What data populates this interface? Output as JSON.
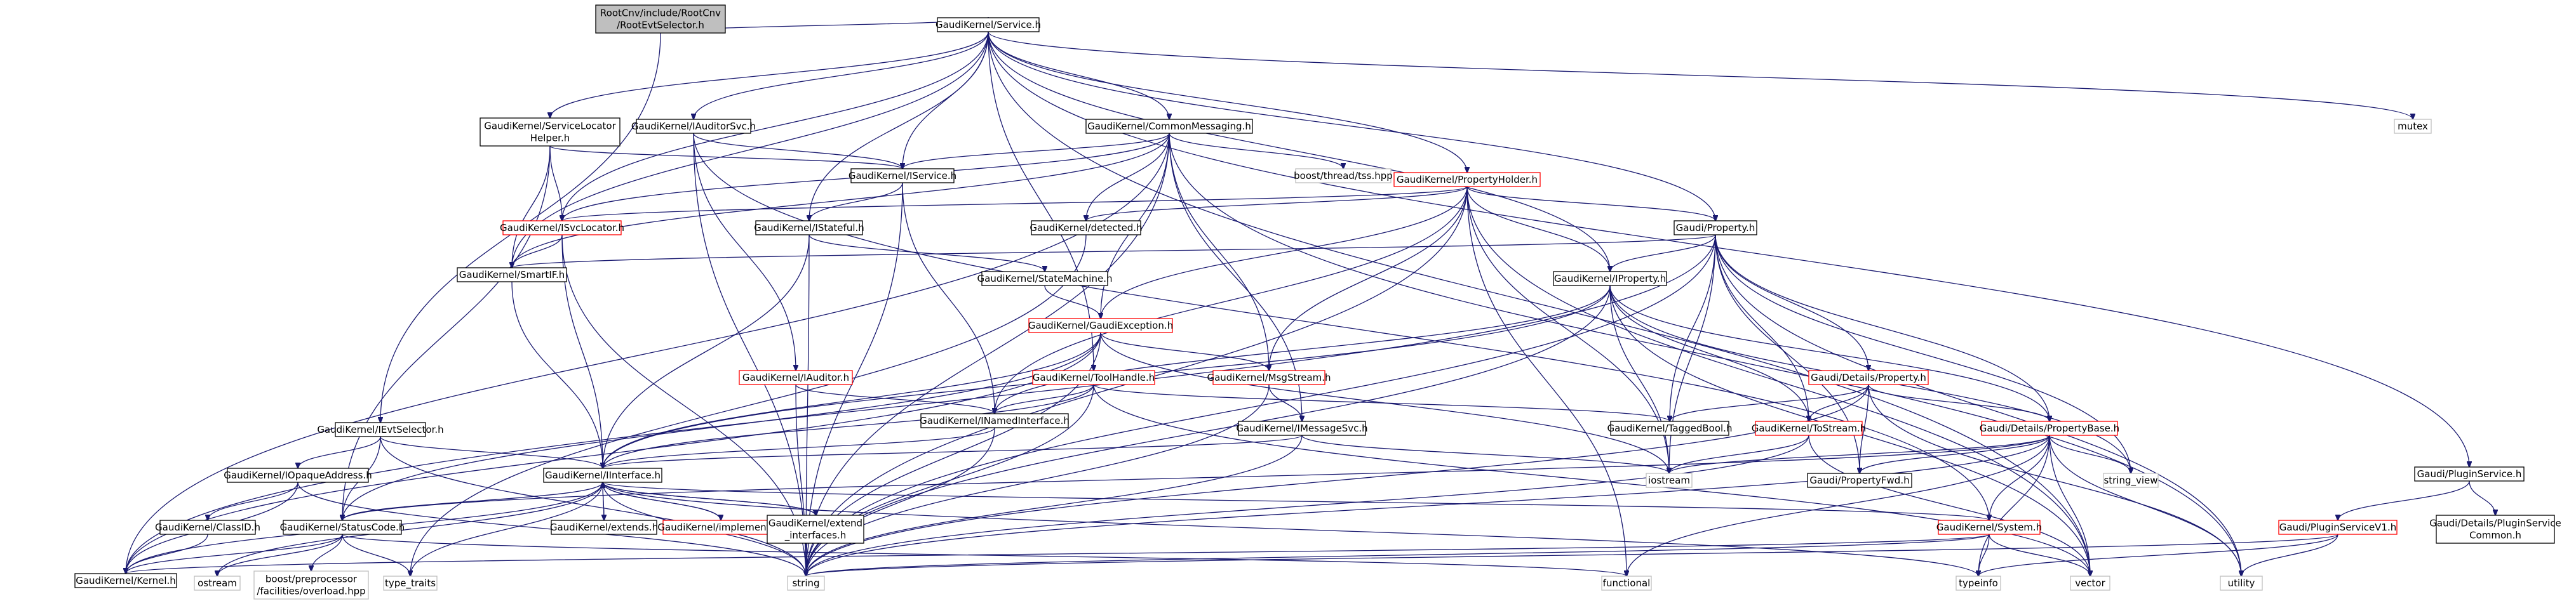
{
  "diagram": {
    "colors": {
      "edge": "#191970",
      "root_fill": "#bfbfbf",
      "node_fill": "#ffffff",
      "node_border": "#000000",
      "truncated_border": "#ff0000",
      "system_border": "#bfbfbf",
      "text": "#000000"
    },
    "nodes": [
      {
        "id": "root",
        "lines": [
          "RootCnv/include/RootCnv",
          "/RootEvtSelector.h"
        ],
        "kind": "root"
      },
      {
        "id": "service",
        "lines": [
          "GaudiKernel/Service.h"
        ],
        "kind": "normal"
      },
      {
        "id": "ievtselector",
        "lines": [
          "GaudiKernel/IEvtSelector.h"
        ],
        "kind": "normal"
      },
      {
        "id": "servicelocatorhelper",
        "lines": [
          "GaudiKernel/ServiceLocator",
          "Helper.h"
        ],
        "kind": "normal"
      },
      {
        "id": "iauditorsvc",
        "lines": [
          "GaudiKernel/IAuditorSvc.h"
        ],
        "kind": "normal"
      },
      {
        "id": "commonmessaging",
        "lines": [
          "GaudiKernel/CommonMessaging.h"
        ],
        "kind": "normal"
      },
      {
        "id": "mutex",
        "lines": [
          "mutex"
        ],
        "kind": "system"
      },
      {
        "id": "pluginservice",
        "lines": [
          "Gaudi/PluginService.h"
        ],
        "kind": "normal"
      },
      {
        "id": "iservice",
        "lines": [
          "GaudiKernel/IService.h"
        ],
        "kind": "normal"
      },
      {
        "id": "tsshpp",
        "lines": [
          "boost/thread/tss.hpp"
        ],
        "kind": "system"
      },
      {
        "id": "propertyholder",
        "lines": [
          "GaudiKernel/PropertyHolder.h"
        ],
        "kind": "truncated"
      },
      {
        "id": "isvclocator",
        "lines": [
          "GaudiKernel/ISvcLocator.h"
        ],
        "kind": "truncated"
      },
      {
        "id": "istateful",
        "lines": [
          "GaudiKernel/IStateful.h"
        ],
        "kind": "normal"
      },
      {
        "id": "detected",
        "lines": [
          "GaudiKernel/detected.h"
        ],
        "kind": "normal"
      },
      {
        "id": "property",
        "lines": [
          "Gaudi/Property.h"
        ],
        "kind": "normal"
      },
      {
        "id": "smartif",
        "lines": [
          "GaudiKernel/SmartIF.h"
        ],
        "kind": "normal"
      },
      {
        "id": "statemachine",
        "lines": [
          "GaudiKernel/StateMachine.h"
        ],
        "kind": "normal"
      },
      {
        "id": "iproperty",
        "lines": [
          "GaudiKernel/IProperty.h"
        ],
        "kind": "normal"
      },
      {
        "id": "gaudiexception",
        "lines": [
          "GaudiKernel/GaudiException.h"
        ],
        "kind": "truncated"
      },
      {
        "id": "iauditor",
        "lines": [
          "GaudiKernel/IAuditor.h"
        ],
        "kind": "truncated"
      },
      {
        "id": "toolhandle",
        "lines": [
          "GaudiKernel/ToolHandle.h"
        ],
        "kind": "truncated"
      },
      {
        "id": "msgstream",
        "lines": [
          "GaudiKernel/MsgStream.h"
        ],
        "kind": "truncated"
      },
      {
        "id": "details_property",
        "lines": [
          "Gaudi/Details/Property.h"
        ],
        "kind": "truncated"
      },
      {
        "id": "inamedinterface",
        "lines": [
          "GaudiKernel/INamedInterface.h"
        ],
        "kind": "normal"
      },
      {
        "id": "imessagesvc",
        "lines": [
          "GaudiKernel/IMessageSvc.h"
        ],
        "kind": "normal"
      },
      {
        "id": "taggedbool",
        "lines": [
          "GaudiKernel/TaggedBool.h"
        ],
        "kind": "normal"
      },
      {
        "id": "tostream",
        "lines": [
          "GaudiKernel/ToStream.h"
        ],
        "kind": "truncated"
      },
      {
        "id": "propertybase",
        "lines": [
          "Gaudi/Details/PropertyBase.h"
        ],
        "kind": "truncated"
      },
      {
        "id": "iopaqueaddress",
        "lines": [
          "GaudiKernel/IOpaqueAddress.h"
        ],
        "kind": "normal"
      },
      {
        "id": "interface",
        "lines": [
          "GaudiKernel/IInterface.h"
        ],
        "kind": "normal"
      },
      {
        "id": "iostream",
        "lines": [
          "iostream"
        ],
        "kind": "system"
      },
      {
        "id": "string_view",
        "lines": [
          "string_view"
        ],
        "kind": "system"
      },
      {
        "id": "propertyfwd",
        "lines": [
          "Gaudi/PropertyFwd.h"
        ],
        "kind": "normal"
      },
      {
        "id": "pluginservicev1",
        "lines": [
          "Gaudi/PluginServiceV1.h"
        ],
        "kind": "truncated"
      },
      {
        "id": "details_pluginservicecommon",
        "lines": [
          "Gaudi/Details/PluginService",
          "Common.h"
        ],
        "kind": "normal"
      },
      {
        "id": "classid",
        "lines": [
          "GaudiKernel/ClassID.h"
        ],
        "kind": "normal"
      },
      {
        "id": "statuscode",
        "lines": [
          "GaudiKernel/StatusCode.h"
        ],
        "kind": "normal"
      },
      {
        "id": "extends",
        "lines": [
          "GaudiKernel/extends.h"
        ],
        "kind": "normal"
      },
      {
        "id": "implements",
        "lines": [
          "GaudiKernel/implements.h"
        ],
        "kind": "truncated"
      },
      {
        "id": "extend_interfaces",
        "lines": [
          "GaudiKernel/extend",
          "_interfaces.h"
        ],
        "kind": "normal"
      },
      {
        "id": "system",
        "lines": [
          "GaudiKernel/System.h"
        ],
        "kind": "truncated"
      },
      {
        "id": "kernel",
        "lines": [
          "GaudiKernel/Kernel.h"
        ],
        "kind": "normal"
      },
      {
        "id": "ostream",
        "lines": [
          "ostream"
        ],
        "kind": "system"
      },
      {
        "id": "overload",
        "lines": [
          "boost/preprocessor",
          "/facilities/overload.hpp"
        ],
        "kind": "system"
      },
      {
        "id": "type_traits",
        "lines": [
          "type_traits"
        ],
        "kind": "system"
      },
      {
        "id": "string",
        "lines": [
          "string"
        ],
        "kind": "system"
      },
      {
        "id": "functional",
        "lines": [
          "functional"
        ],
        "kind": "system"
      },
      {
        "id": "typeinfo",
        "lines": [
          "typeinfo"
        ],
        "kind": "system"
      },
      {
        "id": "vector",
        "lines": [
          "vector"
        ],
        "kind": "system"
      },
      {
        "id": "utility",
        "lines": [
          "utility"
        ],
        "kind": "system"
      }
    ],
    "edges": [
      [
        "root",
        "ievtselector"
      ],
      [
        "root",
        "service"
      ],
      [
        "service",
        "servicelocatorhelper"
      ],
      [
        "service",
        "iauditorsvc"
      ],
      [
        "service",
        "commonmessaging"
      ],
      [
        "service",
        "mutex"
      ],
      [
        "service",
        "pluginservice"
      ],
      [
        "service",
        "iservice"
      ],
      [
        "service",
        "propertyholder"
      ],
      [
        "service",
        "isvclocator"
      ],
      [
        "service",
        "istateful"
      ],
      [
        "service",
        "property"
      ],
      [
        "service",
        "smartif"
      ],
      [
        "service",
        "toolhandle"
      ],
      [
        "service",
        "iproperty"
      ],
      [
        "service",
        "vector"
      ],
      [
        "ievtselector",
        "interface"
      ],
      [
        "ievtselector",
        "iopaqueaddress"
      ],
      [
        "ievtselector",
        "statuscode"
      ],
      [
        "ievtselector",
        "string"
      ],
      [
        "servicelocatorhelper",
        "isvclocator"
      ],
      [
        "servicelocatorhelper",
        "iservice"
      ],
      [
        "servicelocatorhelper",
        "smartif"
      ],
      [
        "servicelocatorhelper",
        "statuscode"
      ],
      [
        "iauditorsvc",
        "iservice"
      ],
      [
        "iauditorsvc",
        "iauditor"
      ],
      [
        "iauditorsvc",
        "string"
      ],
      [
        "iauditorsvc",
        "system"
      ],
      [
        "commonmessaging",
        "iservice"
      ],
      [
        "commonmessaging",
        "tsshpp"
      ],
      [
        "commonmessaging",
        "detected"
      ],
      [
        "commonmessaging",
        "isvclocator"
      ],
      [
        "commonmessaging",
        "smartif"
      ],
      [
        "commonmessaging",
        "gaudiexception"
      ],
      [
        "commonmessaging",
        "msgstream"
      ],
      [
        "commonmessaging",
        "imessagesvc"
      ],
      [
        "commonmessaging",
        "string"
      ],
      [
        "commonmessaging",
        "utility"
      ],
      [
        "commonmessaging",
        "kernel"
      ],
      [
        "pluginservice",
        "pluginservicev1"
      ],
      [
        "pluginservice",
        "details_pluginservicecommon"
      ],
      [
        "iservice",
        "istateful"
      ],
      [
        "iservice",
        "inamedinterface"
      ],
      [
        "iservice",
        "string"
      ],
      [
        "propertyholder",
        "isvclocator"
      ],
      [
        "propertyholder",
        "detected"
      ],
      [
        "propertyholder",
        "property"
      ],
      [
        "propertyholder",
        "iproperty"
      ],
      [
        "propertyholder",
        "gaudiexception"
      ],
      [
        "propertyholder",
        "msgstream"
      ],
      [
        "propertyholder",
        "inamedinterface"
      ],
      [
        "propertyholder",
        "iostream"
      ],
      [
        "propertyholder",
        "string"
      ],
      [
        "propertyholder",
        "functional"
      ],
      [
        "propertyholder",
        "vector"
      ],
      [
        "isvclocator",
        "smartif"
      ],
      [
        "isvclocator",
        "interface"
      ],
      [
        "isvclocator",
        "string"
      ],
      [
        "istateful",
        "statemachine"
      ],
      [
        "istateful",
        "interface"
      ],
      [
        "istateful",
        "string"
      ],
      [
        "detected",
        "type_traits"
      ],
      [
        "property",
        "iproperty"
      ],
      [
        "property",
        "details_property"
      ],
      [
        "property",
        "propertybase"
      ],
      [
        "property",
        "taggedbool"
      ],
      [
        "property",
        "tostream"
      ],
      [
        "property",
        "propertyfwd"
      ],
      [
        "property",
        "smartif"
      ],
      [
        "property",
        "kernel"
      ],
      [
        "property",
        "string_view"
      ],
      [
        "property",
        "string"
      ],
      [
        "property",
        "iostream"
      ],
      [
        "property",
        "utility"
      ],
      [
        "smartif",
        "interface"
      ],
      [
        "statemachine",
        "gaudiexception"
      ],
      [
        "iproperty",
        "interface"
      ],
      [
        "iproperty",
        "inamedinterface"
      ],
      [
        "iproperty",
        "propertybase"
      ],
      [
        "iproperty",
        "tostream"
      ],
      [
        "iproperty",
        "iostream"
      ],
      [
        "iproperty",
        "string"
      ],
      [
        "iproperty",
        "string_view"
      ],
      [
        "iproperty",
        "vector"
      ],
      [
        "gaudiexception",
        "interface"
      ],
      [
        "gaudiexception",
        "statuscode"
      ],
      [
        "gaudiexception",
        "msgstream"
      ],
      [
        "gaudiexception",
        "iostream"
      ],
      [
        "gaudiexception",
        "string"
      ],
      [
        "gaudiexception",
        "kernel"
      ],
      [
        "iauditor",
        "inamedinterface"
      ],
      [
        "iauditor",
        "string"
      ],
      [
        "toolhandle",
        "inamedinterface"
      ],
      [
        "toolhandle",
        "string"
      ],
      [
        "toolhandle",
        "taggedbool"
      ],
      [
        "toolhandle",
        "interface"
      ],
      [
        "toolhandle",
        "vector"
      ],
      [
        "msgstream",
        "imessagesvc"
      ],
      [
        "msgstream",
        "string"
      ],
      [
        "details_property",
        "propertybase"
      ],
      [
        "details_property",
        "tostream"
      ],
      [
        "details_property",
        "taggedbool"
      ],
      [
        "details_property",
        "propertyfwd"
      ],
      [
        "details_property",
        "string"
      ],
      [
        "details_property",
        "utility"
      ],
      [
        "inamedinterface",
        "interface"
      ],
      [
        "inamedinterface",
        "string"
      ],
      [
        "imessagesvc",
        "interface"
      ],
      [
        "imessagesvc",
        "iostream"
      ],
      [
        "imessagesvc",
        "string"
      ],
      [
        "tostream",
        "iostream"
      ],
      [
        "tostream",
        "string"
      ],
      [
        "tostream",
        "vector"
      ],
      [
        "propertybase",
        "iostream"
      ],
      [
        "propertybase",
        "propertyfwd"
      ],
      [
        "propertybase",
        "system"
      ],
      [
        "propertybase",
        "string"
      ],
      [
        "propertybase",
        "string_view"
      ],
      [
        "propertybase",
        "typeinfo"
      ],
      [
        "propertybase",
        "utility"
      ],
      [
        "propertybase",
        "functional"
      ],
      [
        "propertybase",
        "statuscode"
      ],
      [
        "propertybase",
        "vector"
      ],
      [
        "iopaqueaddress",
        "classid"
      ],
      [
        "iopaqueaddress",
        "kernel"
      ],
      [
        "iopaqueaddress",
        "string"
      ],
      [
        "interface",
        "statuscode"
      ],
      [
        "interface",
        "extends"
      ],
      [
        "interface",
        "implements"
      ],
      [
        "interface",
        "extend_interfaces"
      ],
      [
        "interface",
        "system"
      ],
      [
        "interface",
        "kernel"
      ],
      [
        "interface",
        "ostream"
      ],
      [
        "interface",
        "type_traits"
      ],
      [
        "interface",
        "typeinfo"
      ],
      [
        "interface",
        "string"
      ],
      [
        "pluginservicev1",
        "typeinfo"
      ],
      [
        "pluginservicev1",
        "utility"
      ],
      [
        "pluginservicev1",
        "string"
      ],
      [
        "classid",
        "kernel"
      ],
      [
        "statuscode",
        "kernel"
      ],
      [
        "statuscode",
        "functional"
      ],
      [
        "statuscode",
        "ostream"
      ],
      [
        "statuscode",
        "overload"
      ],
      [
        "statuscode",
        "type_traits"
      ],
      [
        "extends",
        "interface"
      ],
      [
        "implements",
        "interface"
      ],
      [
        "extend_interfaces",
        "interface"
      ],
      [
        "system",
        "kernel"
      ],
      [
        "system",
        "string"
      ],
      [
        "system",
        "typeinfo"
      ],
      [
        "system",
        "vector"
      ]
    ]
  }
}
